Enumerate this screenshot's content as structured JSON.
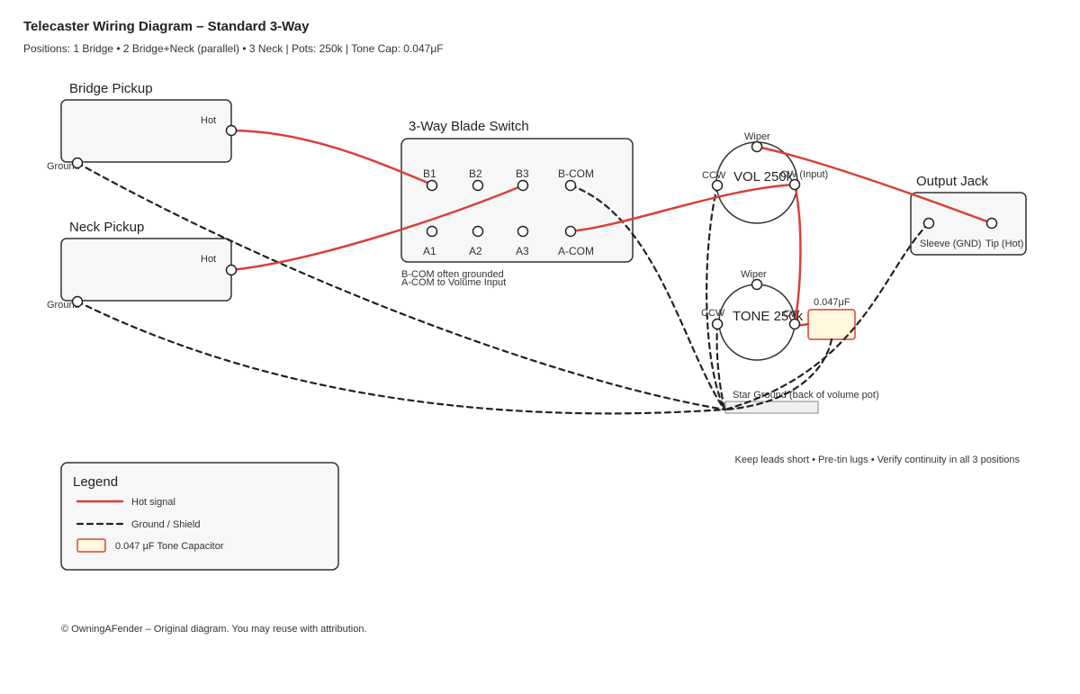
{
  "title": "Telecaster Wiring Diagram – Standard 3-Way",
  "subtitle": "Positions: 1 Bridge • 2 Bridge+Neck (parallel) • 3 Neck | Pots: 250k | Tone Cap: 0.047μF",
  "bridge_pickup": {
    "title": "Bridge Pickup",
    "hot": "Hot",
    "ground": "Ground"
  },
  "neck_pickup": {
    "title": "Neck Pickup",
    "hot": "Hot",
    "ground": "Ground"
  },
  "switch": {
    "title": "3-Way Blade Switch",
    "b_lugs": [
      "B1",
      "B2",
      "B3",
      "B-COM"
    ],
    "a_lugs": [
      "A1",
      "A2",
      "A3",
      "A-COM"
    ],
    "note_1": "B-COM often grounded",
    "note_2": "A-COM to Volume Input"
  },
  "volume_pot": {
    "label": "VOL 250k",
    "wiper": "Wiper",
    "ccw": "CCW",
    "cw": "CW (Input)"
  },
  "tone_pot": {
    "label": "TONE 250k",
    "wiper": "Wiper",
    "ccw": "CCW",
    "cw": "CW"
  },
  "capacitor": {
    "value": "0.047μF"
  },
  "output_jack": {
    "title": "Output Jack",
    "sleeve": "Sleeve (GND)",
    "tip": "Tip (Hot)"
  },
  "star_ground": {
    "label": "Star Ground (back of volume pot)"
  },
  "tips": "Keep leads short • Pre-tin lugs • Verify continuity in all 3 positions",
  "legend": {
    "title": "Legend",
    "hot": "Hot signal",
    "ground": "Ground / Shield",
    "cap": "0.047 μF Tone Capacitor"
  },
  "footer": "© OwningAFender – Original diagram. You may reuse with attribution.",
  "colors": {
    "hot_wire": "#d9403a",
    "ground_wire": "#222222",
    "capacitor_fill": "#fff8dc"
  }
}
